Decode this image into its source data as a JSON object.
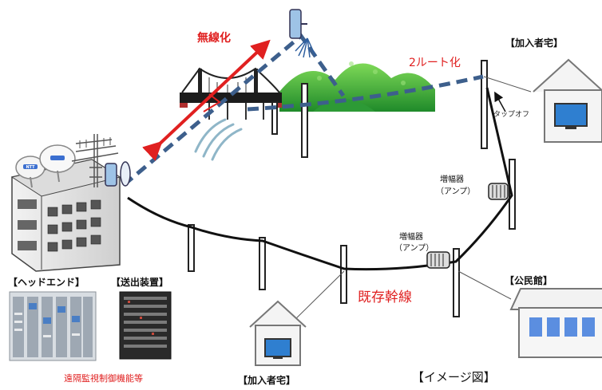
{
  "labels": {
    "wireless": "無線化",
    "two_route": "2ルート化",
    "subscriber_top": "【加入者宅】",
    "subscriber_bottom": "【加入者宅】",
    "community_hall": "【公民館】",
    "headend": "【ヘッドエンド】",
    "transmitter": "【送出装置】",
    "amp_upper_title": "増幅器",
    "amp_upper_sub": "（アンプ）",
    "amp_lower_title": "増幅器",
    "amp_lower_sub": "（アンプ）",
    "tap_off": "タップオフ",
    "existing_trunk": "既存幹線",
    "remote_monitoring": "遠隔監視制御機能等",
    "image_caption": "【イメージ図】",
    "bldg_sign": "NTT"
  },
  "colors": {
    "wireless_arrow": "#e02020",
    "dashed_route": "#3d5f8c",
    "trunk_line": "#111111",
    "red_text": "#e02020",
    "hill_green": "#3caa3c",
    "house_stroke": "#777777",
    "tv_blue": "#2f7fd0",
    "hall_window": "#5b8ee0"
  },
  "icons": [
    "antenna-icon",
    "parabolic-dish-icon",
    "bridge-icon",
    "mountain-icon",
    "house-icon",
    "tv-icon",
    "amplifier-icon",
    "utility-pole-icon",
    "equipment-rack-icon"
  ]
}
